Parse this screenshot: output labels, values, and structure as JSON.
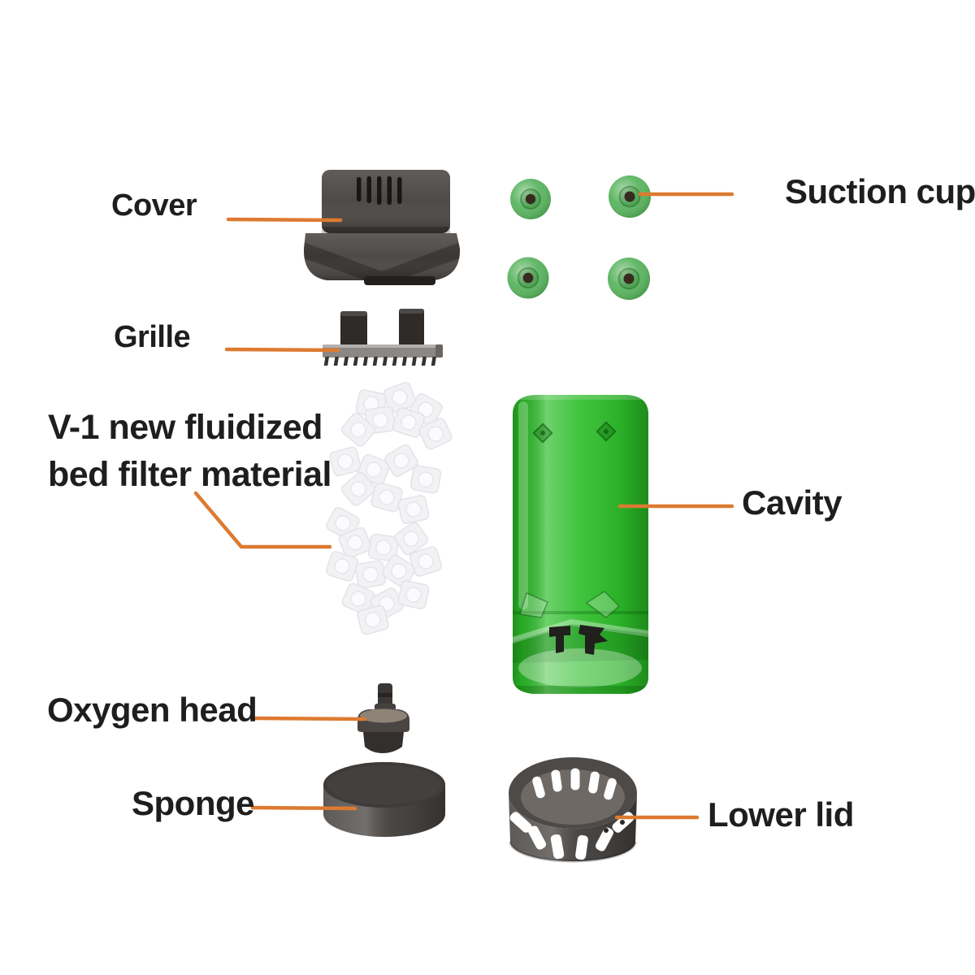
{
  "colors": {
    "background": "#ffffff",
    "label_text": "#1e1e1e",
    "leader_line": "#dd7a31",
    "cavity_green": "#2fbe2c",
    "suction_cup_green": "#4cae52",
    "plastic_dark": "#4a4643",
    "media_white": "#f2f2f4"
  },
  "labels": {
    "cover": "Cover",
    "grille": "Grille",
    "filter_material_line1": "V-1 new fluidized",
    "filter_material_line2": "bed filter material",
    "oxygen_head": "Oxygen head",
    "sponge": "Sponge",
    "suction_cup": "Suction cup",
    "cavity": "Cavity",
    "lower_lid": "Lower lid"
  }
}
